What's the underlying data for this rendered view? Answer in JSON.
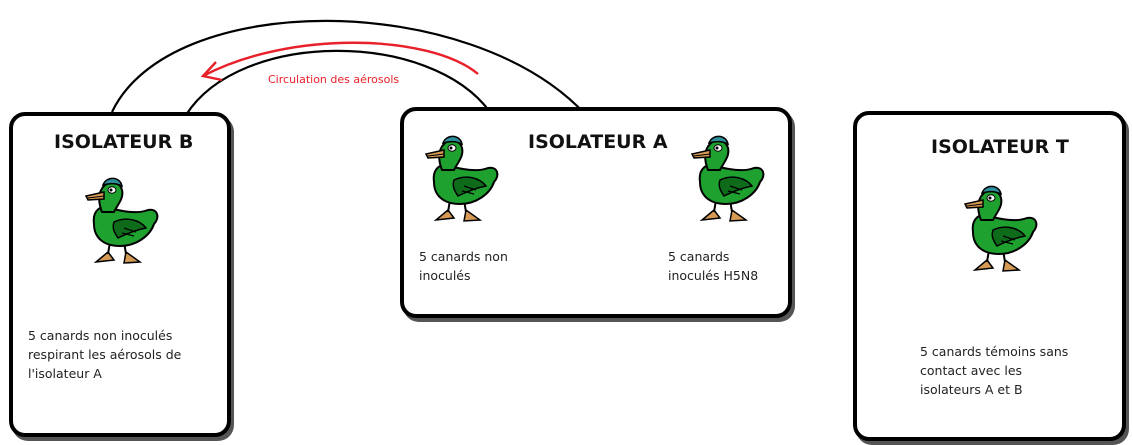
{
  "colors": {
    "border": "#000000",
    "arrow": "#e8202a",
    "duck_body": "#1fa12f",
    "duck_dark": "#0e6b1a",
    "duck_beak": "#d79a55",
    "duck_feet": "#d79a55",
    "duck_cap": "#2e8f9a"
  },
  "arrow": {
    "label": "Circulation des aérosols"
  },
  "isolators": [
    {
      "id": "B",
      "title": "ISOLATEUR B",
      "captions": [
        {
          "lines": [
            "5 canards non inoculés",
            "respirant les aérosols de",
            "l'isolateur A"
          ]
        }
      ]
    },
    {
      "id": "A",
      "title": "ISOLATEUR A",
      "captions": [
        {
          "lines": [
            "5 canards non",
            "inoculés"
          ]
        },
        {
          "lines": [
            "5 canards",
            "inoculés H5N8"
          ]
        }
      ]
    },
    {
      "id": "T",
      "title": "ISOLATEUR T",
      "captions": [
        {
          "lines": [
            "5 canards témoins sans",
            "contact avec les",
            "isolateurs A et B"
          ]
        }
      ]
    }
  ],
  "icons": {
    "duck": "duck-icon"
  }
}
